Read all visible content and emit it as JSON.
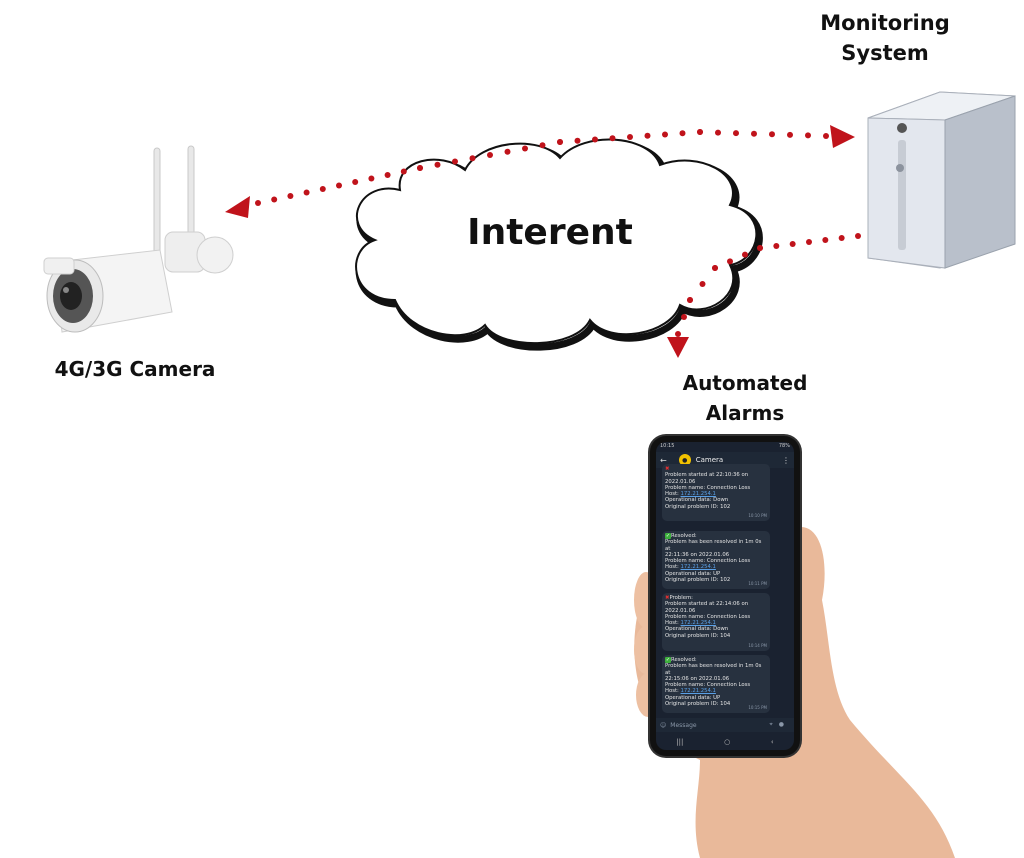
{
  "labels": {
    "monitoring": "Monitoring\nSystem",
    "camera": "4G/3G Camera",
    "alarms": "Automated\nAlarms",
    "cloud": "Interent"
  },
  "colors": {
    "dots": "#c0131b",
    "arrow": "#c0131b",
    "cloud_fill": "#ffffff",
    "cloud_stroke": "#111111"
  },
  "phone": {
    "status_time": "10:15",
    "status_right": "78%",
    "chat_title": "Camera",
    "messages": [
      {
        "lines_before_link": [
          "Problem started at 22:10:36 on",
          "2022.01.06",
          "Problem name: Connection Loss"
        ],
        "host_label": "Host: ",
        "host": "172.21.254.1",
        "lines_after_link": [
          "Operational data: Down",
          "Original problem ID: 102"
        ],
        "time": "10:10 PM"
      },
      {
        "header": "Resolved:",
        "lines_before_link": [
          "Problem has been resolved in 1m 0s at",
          "22:11:36 on 2022.01.06",
          "Problem name: Connection Loss"
        ],
        "host_label": "Host: ",
        "host": "172.21.254.1",
        "lines_after_link": [
          "Operational data: UP",
          "Original problem ID: 102"
        ],
        "time": "10:11 PM"
      },
      {
        "header": "Problem:",
        "lines_before_link": [
          "Problem started at 22:14:06 on",
          "2022.01.06",
          "Problem name: Connection Loss"
        ],
        "host_label": "Host: ",
        "host": "172.21.254.1",
        "lines_after_link": [
          "Operational data: Down",
          "Original problem ID: 104"
        ],
        "time": "10:14 PM"
      },
      {
        "header": "Resolved:",
        "lines_before_link": [
          "Problem has been resolved in 1m 0s at",
          "22:15:06 on 2022.01.06",
          "Problem name: Connection Loss"
        ],
        "host_label": "Host: ",
        "host": "172.21.254.1",
        "lines_after_link": [
          "Operational data: UP",
          "Original problem ID: 104"
        ],
        "time": "10:15 PM"
      }
    ],
    "message_placeholder": "Message"
  }
}
